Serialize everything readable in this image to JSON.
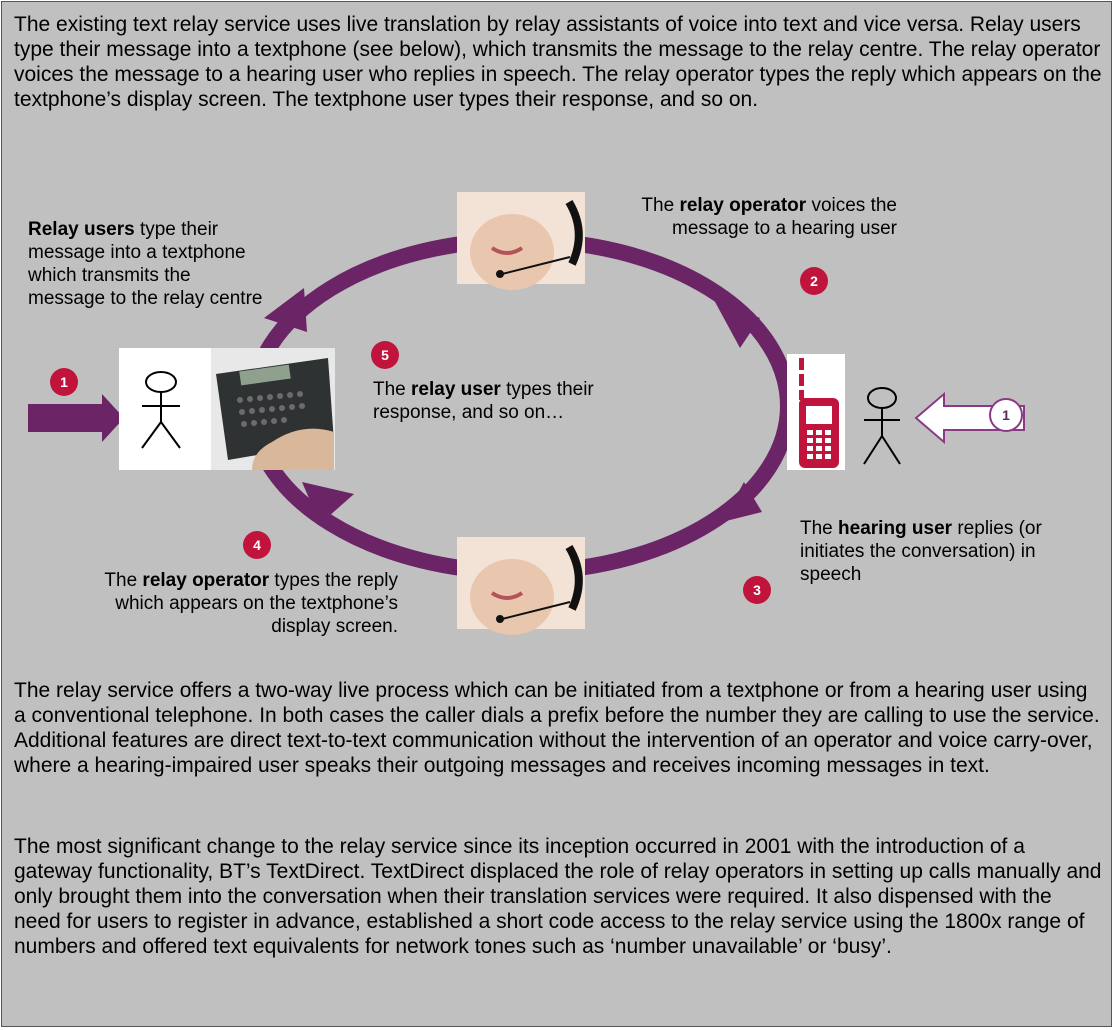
{
  "intro": "The existing text relay service uses live translation by relay assistants of voice into text and vice versa. Relay users type their message into a textphone (see below), which transmits the message to the relay centre. The relay operator voices the message to a hearing user who replies in speech. The relay operator types the reply which appears on the textphone’s display screen. The textphone user types their response, and so on.",
  "colors": {
    "arrow": "#6b2466",
    "badge": "#c0143c",
    "panel": "#c0c0c0"
  },
  "diagram": {
    "step1": {
      "badge": "1",
      "bold": "Relay users",
      "text": " type their message into a textphone which transmits the message to the relay centre"
    },
    "step1b": {
      "badge": "1"
    },
    "step2": {
      "badge": "2",
      "pre": "The ",
      "bold": "relay operator",
      "text": " voices the message to a hearing user"
    },
    "step3": {
      "badge": "3",
      "pre": "The ",
      "bold": "hearing user",
      "text": " replies (or initiates the conversation) in speech"
    },
    "step4": {
      "badge": "4",
      "pre": "The ",
      "bold": "relay operator",
      "text": " types the reply which appears on the textphone’s display screen."
    },
    "step5": {
      "badge": "5",
      "pre": "The ",
      "bold": "relay user",
      "text": " types their response, and so on…"
    },
    "icons": [
      "stick-figure-icon",
      "textphone-photo",
      "headset-operator-photo",
      "mobile-phone-icon"
    ]
  },
  "para2": "The relay service offers a two-way live process which can be initiated from a textphone or from a hearing user using a conventional telephone. In both cases the caller dials a prefix before the number they are calling to use the service.  Additional features are direct text-to-text communication without the intervention of an operator and voice carry-over, where a hearing-impaired user speaks their outgoing messages and receives incoming messages in text.",
  "para3": "The most significant change to the relay service since its inception occurred in 2001 with the introduction of a gateway functionality, BT’s TextDirect. TextDirect displaced the role of relay operators in setting up calls manually and only brought them into the conversation when their translation services were required. It also dispensed with the need for users to register in advance, established a short code access to the relay service using the 1800x range of numbers and offered text equivalents for network tones such as ‘number unavailable’ or ‘busy’."
}
